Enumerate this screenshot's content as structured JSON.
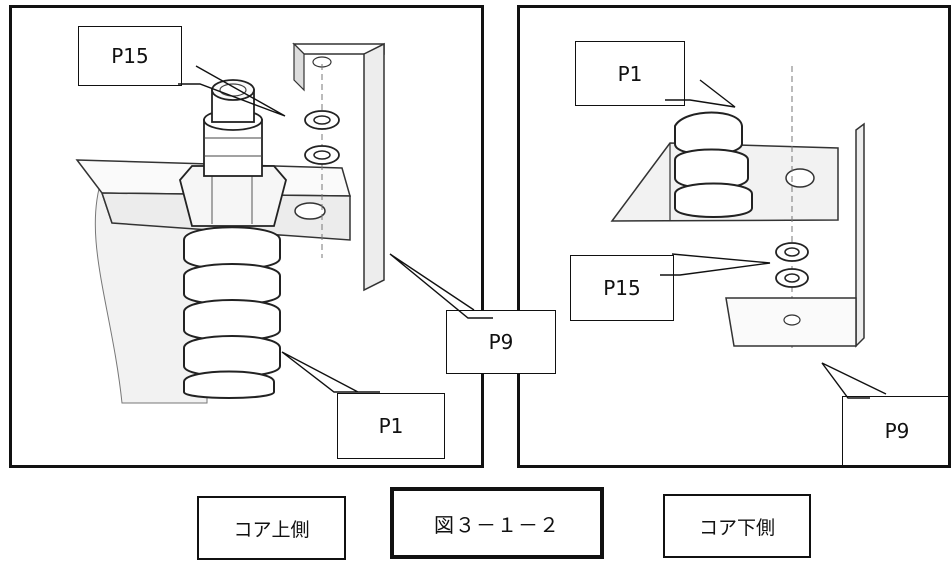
{
  "left_panel": {
    "callouts": {
      "p15": "P15",
      "p1": "P1"
    }
  },
  "right_panel": {
    "callouts": {
      "p1": "P1",
      "p15": "P15",
      "p9": "P9"
    }
  },
  "shared_callout_p9": "P9",
  "captions": {
    "left_view": "コア上側",
    "figure_number": "図３－１－２",
    "right_view": "コア下側"
  }
}
